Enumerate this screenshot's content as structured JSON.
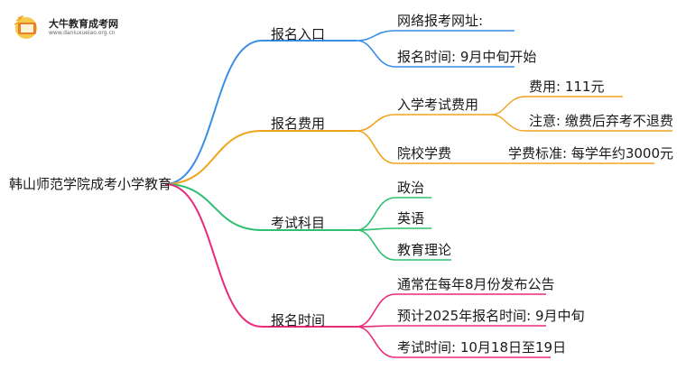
{
  "logo": {
    "title": "大牛教育成考网",
    "url": "www.daniuxueiao.org.cn"
  },
  "root": "韩山师范学院成考小学教育",
  "branches": {
    "entry": {
      "label": "报名入口",
      "color": "#3b8ee8",
      "items": [
        "网络报考网址:",
        "报名时间: 9月中旬开始"
      ]
    },
    "fee": {
      "label": "报名费用",
      "color": "#f0a31c",
      "exam_fee": {
        "label": "入学考试费用",
        "items": [
          "费用: 111元",
          "注意: 缴费后弃考不退费"
        ]
      },
      "tuition": {
        "label": "院校学费",
        "items": [
          "学费标准: 每学年约3000元"
        ]
      }
    },
    "subjects": {
      "label": "考试科目",
      "color": "#2fbf71",
      "items": [
        "政治",
        "英语",
        "教育理论"
      ]
    },
    "time": {
      "label": "报名时间",
      "color": "#ea2a7a",
      "items": [
        "通常在每年8月份发布公告",
        "预计2025年报名时间: 9月中旬",
        "考试时间: 10月18日至19日"
      ]
    }
  }
}
